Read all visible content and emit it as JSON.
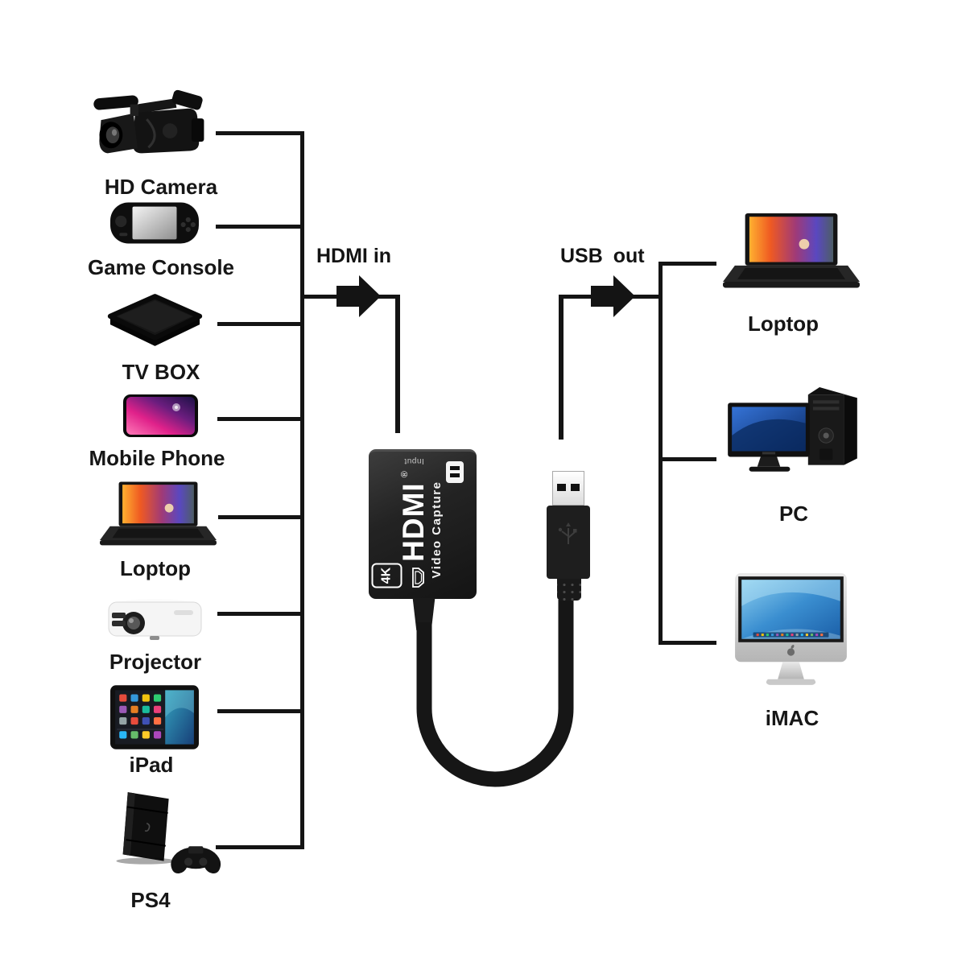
{
  "flow": {
    "hdmi_in_label": "HDMI in",
    "usb_out_label": "USB out"
  },
  "left_devices": [
    {
      "label": "HD Camera",
      "icon": "hd-camera"
    },
    {
      "label": "Game Console",
      "icon": "game-console"
    },
    {
      "label": "TV BOX",
      "icon": "tv-box"
    },
    {
      "label": "Mobile Phone",
      "icon": "mobile-phone"
    },
    {
      "label": "Loptop",
      "icon": "laptop"
    },
    {
      "label": "Projector",
      "icon": "projector"
    },
    {
      "label": "iPad",
      "icon": "ipad"
    },
    {
      "label": "PS4",
      "icon": "ps4"
    }
  ],
  "right_devices": [
    {
      "label": "Loptop",
      "icon": "laptop"
    },
    {
      "label": "PC",
      "icon": "desktop-pc"
    },
    {
      "label": "iMAC",
      "icon": "imac"
    }
  ],
  "capture_device": {
    "brand": "HDMI",
    "trademark": "®",
    "subtitle": "Video Capture",
    "badge": "4K",
    "top_label": "Input"
  },
  "colors": {
    "background": "#ffffff",
    "line": "#141414",
    "label_text": "#161616",
    "device_body": "#1e1e1e",
    "device_text": "#ffffff"
  }
}
